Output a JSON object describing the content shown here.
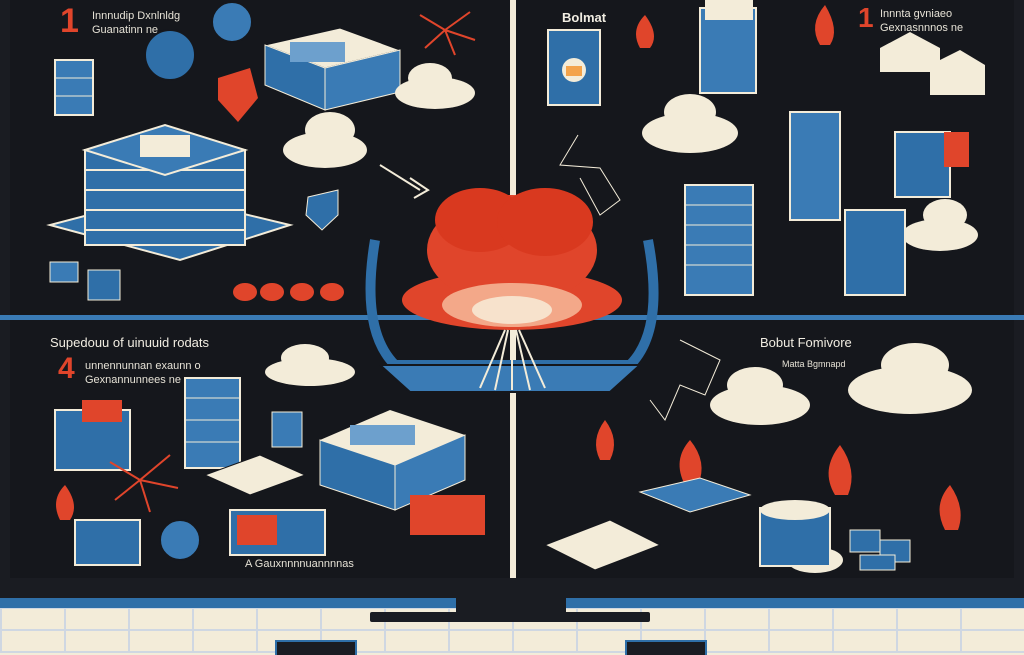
{
  "top_left": {
    "step_number": "1",
    "caption_line1": "Innnudip Dxnlnldg",
    "caption_line2": "Guanatinn ne"
  },
  "top_right": {
    "title": "Bolmat",
    "step_number": "1",
    "caption_line1": "Innnta gvniaeo",
    "caption_line2": "Gexnasnnnos ne"
  },
  "bottom_left": {
    "title": "Supedouu of uinuuid rodats",
    "step_number": "4",
    "caption_line1": "unnennunnan exaunn o",
    "caption_line2": "Gexnannunnees ne",
    "footer_caption": "A Gauxnnnnuannnnas"
  },
  "bottom_right": {
    "title": "Bobut Fomivore",
    "subtitle": "Matta Bgmnapd"
  },
  "colors": {
    "accent_red": "#e0452b",
    "accent_blue": "#2f6fa8",
    "dark": "#15171c",
    "cream": "#f3ecd9"
  }
}
